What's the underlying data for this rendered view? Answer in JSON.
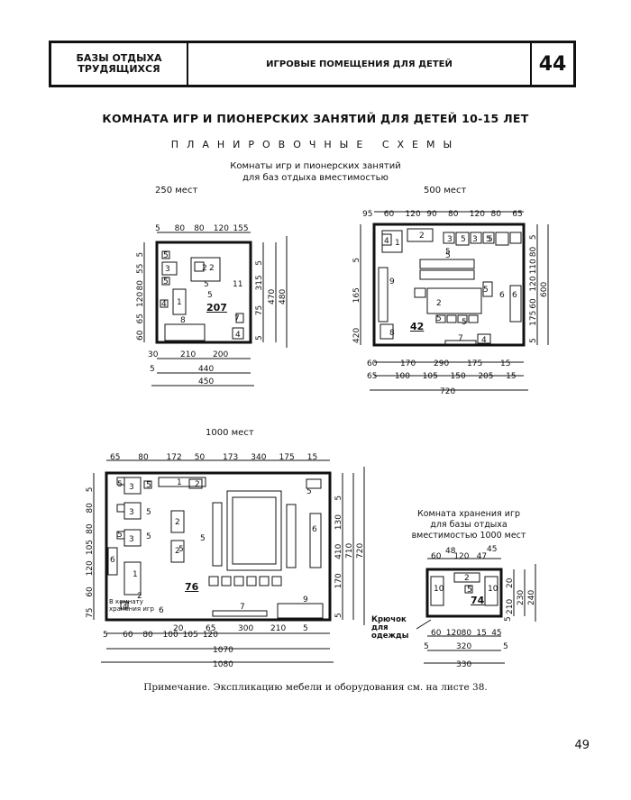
{
  "header": {
    "left_line1": "БАЗЫ ОТДЫХА",
    "left_line2": "ТРУДЯЩИХСЯ",
    "center": "ИГРОВЫЕ ПОМЕЩЕНИЯ ДЛЯ ДЕТЕЙ",
    "sheet_number": "44"
  },
  "title": "КОМНАТА ИГР И ПИОНЕРСКИХ ЗАНЯТИЙ ДЛЯ ДЕТЕЙ 10-15 ЛЕТ",
  "subtitle": "ПЛАНИРОВОЧНЫЕ СХЕМЫ",
  "caption_line1": "Комнаты игр и пионерских занятий",
  "caption_line2": "для баз отдыха вместимостью",
  "plans": {
    "p250": {
      "label": "250 мест",
      "area": "207",
      "top_dims": [
        "5",
        "80",
        "80",
        "120",
        "155"
      ],
      "bottom_dims": [
        "30",
        "210",
        "200",
        "5",
        "440",
        "450"
      ],
      "left_dims": [
        "5",
        "55",
        "80",
        "120",
        "65",
        "60"
      ],
      "right_dims": [
        "5",
        "315",
        "75",
        "5",
        "470",
        "480"
      ],
      "furniture": [
        "5",
        "3",
        "2",
        "5",
        "2",
        "5",
        "1",
        "4",
        "11",
        "5",
        "8",
        "7",
        "4"
      ]
    },
    "p500": {
      "label": "500 мест",
      "area": "42",
      "top_dims": [
        "95",
        "60",
        "120",
        "90",
        "80",
        "120",
        "80",
        "65"
      ],
      "bottom_dims": [
        "60",
        "170",
        "290",
        "175",
        "15",
        "65",
        "100",
        "105",
        "150",
        "205",
        "15",
        "720"
      ],
      "left_dims": [
        "5",
        "165",
        "420"
      ],
      "right_dims": [
        "5",
        "80",
        "110",
        "120",
        "60",
        "175",
        "5",
        "600"
      ],
      "furniture": [
        "4",
        "1",
        "2",
        "5",
        "3",
        "5",
        "3",
        "5",
        "5",
        "9",
        "5",
        "5",
        "6",
        "2",
        "5",
        "8",
        "5",
        "6",
        "7",
        "4"
      ]
    },
    "p1000": {
      "label": "1000 мест",
      "area": "76",
      "top_dims": [
        "65",
        "80",
        "172",
        "50",
        "173",
        "340",
        "175",
        "15"
      ],
      "bottom_dims": [
        "5",
        "60",
        "80",
        "100",
        "105",
        "120",
        "20",
        "65",
        "300",
        "210",
        "5",
        "1070",
        "1080"
      ],
      "left_dims": [
        "5",
        "80",
        "80",
        "105",
        "120",
        "60",
        "75"
      ],
      "right_dims": [
        "5",
        "130",
        "410",
        "170",
        "5",
        "710",
        "720"
      ],
      "furniture": [
        "1",
        "2",
        "5",
        "3",
        "5",
        "3",
        "5",
        "2",
        "5",
        "3",
        "5",
        "2",
        "5",
        "6",
        "6",
        "1",
        "2",
        "5",
        "4",
        "6",
        "7",
        "9",
        "5"
      ],
      "storage_note": "В комнату хранения игр"
    },
    "storage": {
      "caption_line1": "Комната хранения игр",
      "caption_line2": "для базы отдыха",
      "caption_line3": "вместимостью 1000 мест",
      "area": "74",
      "top_dims": [
        "48",
        "60",
        "120",
        "47",
        "45"
      ],
      "bottom_dims": [
        "60",
        "120",
        "80",
        "15",
        "45",
        "5",
        "320",
        "5",
        "330"
      ],
      "right_dims": [
        "20",
        "210",
        "230",
        "240",
        "5"
      ],
      "furniture": [
        "2",
        "10",
        "5",
        "10"
      ],
      "hook_label_1": "Крючок",
      "hook_label_2": "для",
      "hook_label_3": "одежды"
    }
  },
  "note": "Примечание. Экспликацию мебели и оборудования см. на листе 38.",
  "page_number": "49"
}
